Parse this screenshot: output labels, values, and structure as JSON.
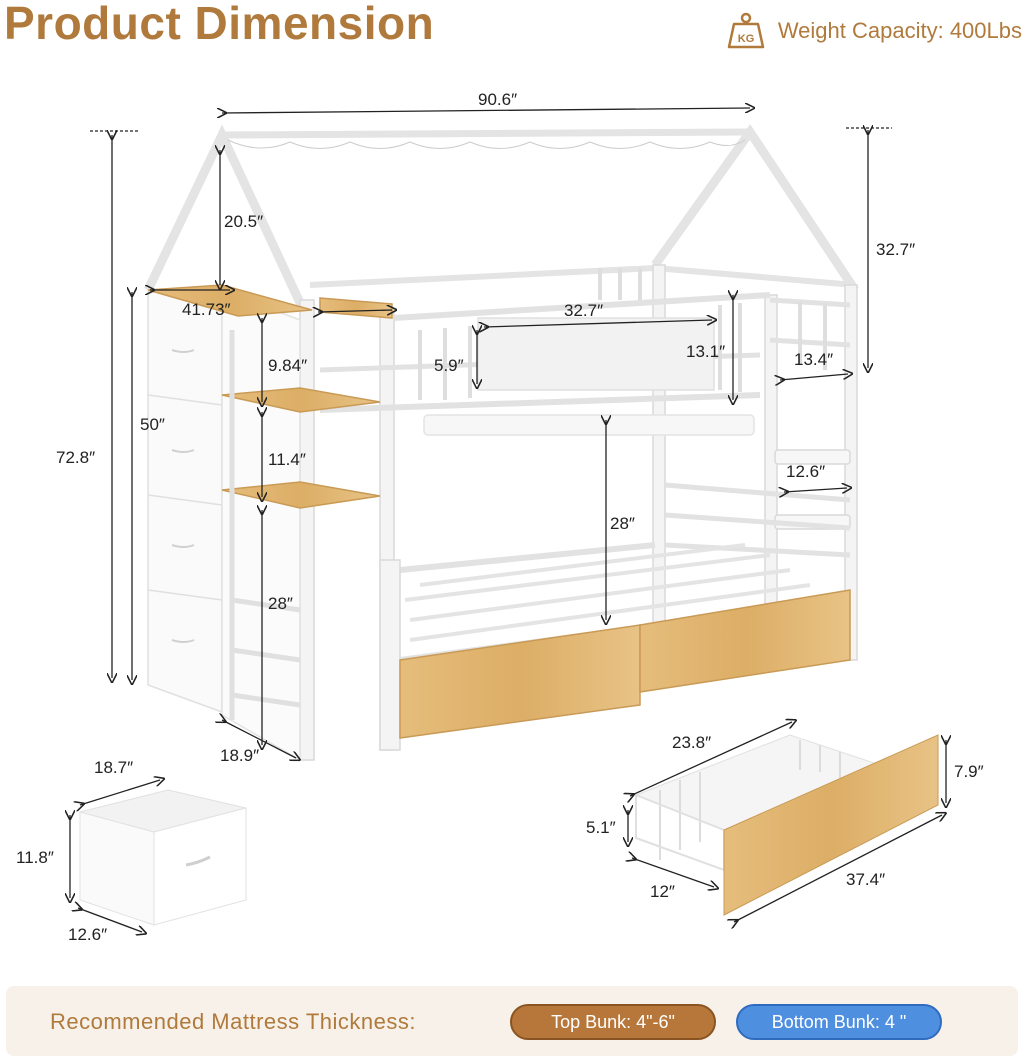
{
  "header": {
    "title": "Product Dimension",
    "kg_badge": "KG",
    "weight_capacity": "Weight Capacity: 400Lbs"
  },
  "dimensions": {
    "total_length": "90.6″",
    "roof_height_left": "20.5″",
    "total_height": "72.8″",
    "storage_height": "50″",
    "storage_width": "41.73″",
    "shelf_gap_1": "9.84″",
    "shelf_gap_2": "11.4″",
    "lower_gap": "28″",
    "storage_depth": "18.9″",
    "roof_height_right": "32.7″",
    "guardrail_length": "32.7″",
    "guardrail_height": "5.9″",
    "rail_height": "13.1″",
    "ladder_top_width": "13.4″",
    "ladder_width": "12.6″",
    "bunk_clearance": "28″"
  },
  "fabric_bin": {
    "width": "18.7″",
    "height": "11.8″",
    "depth": "12.6″"
  },
  "drawer": {
    "length_top": "23.8″",
    "front_height": "7.9″",
    "basket_height": "5.1″",
    "width": "12″",
    "length": "37.4″"
  },
  "footer": {
    "recommended_label": "Recommended Mattress Thickness:",
    "top_bunk": "Top Bunk: 4\"-6\"",
    "bottom_bunk": "Bottom Bunk: 4 \""
  },
  "colors": {
    "brand": "#b07a3c",
    "top_bunk_pill": "#b8773a",
    "bottom_bunk_pill": "#4f8fe0",
    "wood": "#e2b56e"
  }
}
